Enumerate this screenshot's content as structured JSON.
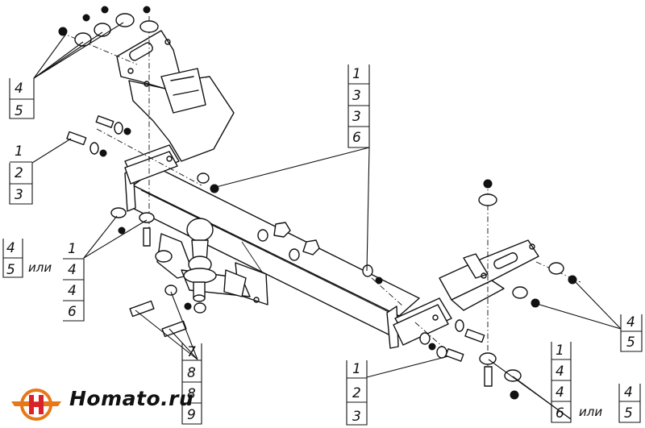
{
  "labels": {
    "top_left": [
      "4",
      "5"
    ],
    "left_bolt": [
      "1",
      "2",
      "3"
    ],
    "left_mid_alt": [
      "4",
      "5"
    ],
    "left_mid": [
      "1",
      "4",
      "4",
      "6"
    ],
    "or_word_left": "или",
    "center_top": [
      "1",
      "3",
      "3",
      "6"
    ],
    "ball_bolts": [
      "7",
      "8",
      "8",
      "9"
    ],
    "bottom_center": [
      "1",
      "2",
      "3"
    ],
    "bottom_right_main": [
      "1",
      "4",
      "4",
      "6"
    ],
    "or_word_right": "или",
    "bottom_right_alt": [
      "4",
      "5"
    ],
    "right_side": [
      "4",
      "5"
    ]
  },
  "logo": {
    "text": "Homato.ru",
    "colors": {
      "ring": "#e67817",
      "mark": "#d9232a"
    }
  }
}
